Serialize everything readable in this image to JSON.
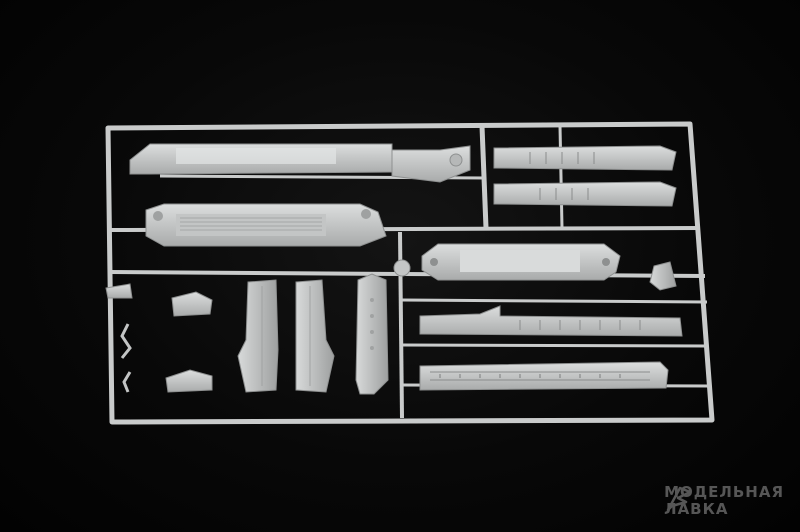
{
  "photo": {
    "subject": "plastic-model-sprue",
    "background_color": "#050505",
    "plastic_color": "#cfd1d1"
  },
  "watermark": {
    "line1": "МОДЕЛЬНАЯ",
    "line2": "ЛАВКА",
    "logo_icon": "brush-stroke-logo-icon",
    "color": "#9a9a9a"
  }
}
